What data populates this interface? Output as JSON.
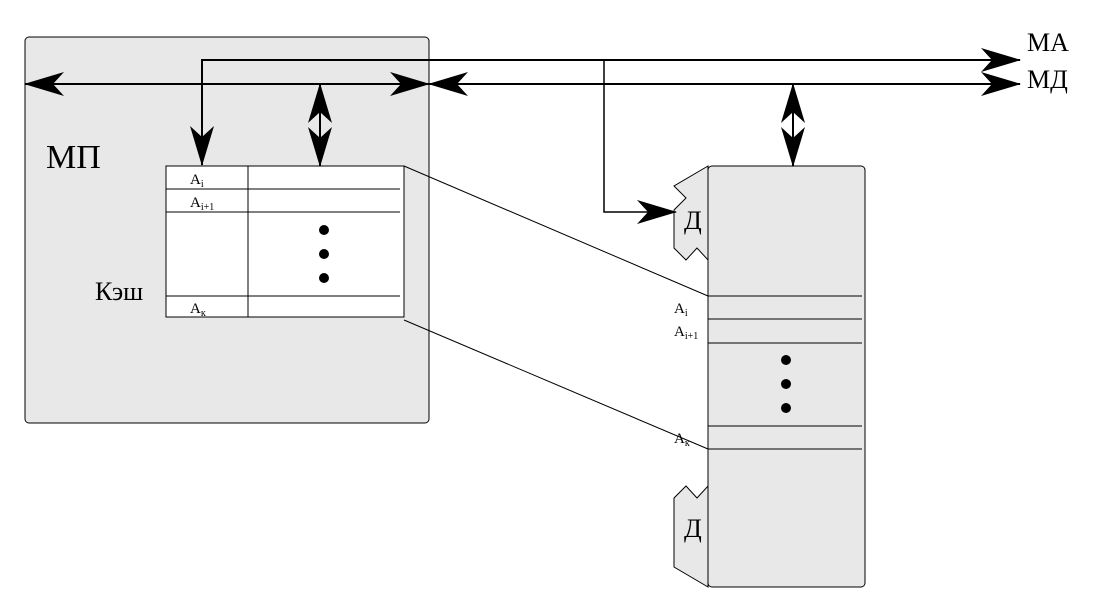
{
  "labels": {
    "mp": "МП",
    "cache": "Кэш",
    "bus_address": "МА",
    "bus_data": "МД",
    "dev_top": "Д",
    "dev_bottom": "Д"
  },
  "cache_rows": [
    {
      "base": "A",
      "sub": "i"
    },
    {
      "base": "A",
      "sub": "i+1"
    },
    {
      "base": "A",
      "sub": "к"
    }
  ],
  "memory_rows": [
    {
      "base": "A",
      "sub": "i"
    },
    {
      "base": "A",
      "sub": "i+1"
    },
    {
      "base": "A",
      "sub": "к"
    }
  ],
  "colors": {
    "block_fill": "#e8e8e8",
    "stroke": "#000000"
  }
}
